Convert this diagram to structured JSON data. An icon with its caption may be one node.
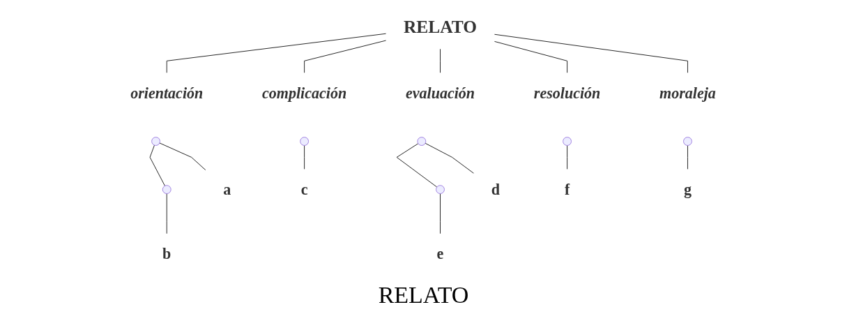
{
  "diagram": {
    "caption": "RELATO",
    "nodes": [
      {
        "text": [
          "RELATO"
        ]
      },
      {
        "text": [
          "orientación"
        ]
      },
      {
        "text": [
          "complicación"
        ]
      },
      {
        "text": [
          "evaluación"
        ]
      },
      {
        "text": [
          "resolución"
        ]
      },
      {
        "text": [
          "moraleja"
        ]
      },
      {
        "text": [],
        "shape": "circle"
      },
      {
        "text": [],
        "shape": "circle"
      },
      {
        "text": [],
        "shape": "circle"
      },
      {
        "text": [],
        "shape": "circle"
      },
      {
        "text": [],
        "shape": "circle"
      },
      {
        "text": [],
        "shape": "circle"
      },
      {
        "text": [],
        "shape": "circle"
      },
      {
        "text": [
          "a"
        ]
      },
      {
        "text": [
          "b"
        ]
      },
      {
        "text": [
          "c"
        ]
      },
      {
        "text": [
          "d"
        ]
      },
      {
        "text": [
          "e"
        ]
      },
      {
        "text": [
          "f"
        ]
      },
      {
        "text": [
          "g"
        ]
      }
    ],
    "edges": [
      {
        "from": 0,
        "to": 1,
        "arrow": "none"
      },
      {
        "from": 0,
        "to": 2,
        "arrow": "none"
      },
      {
        "from": 0,
        "to": 3,
        "arrow": "none"
      },
      {
        "from": 0,
        "to": 4,
        "arrow": "none"
      },
      {
        "from": 0,
        "to": 5,
        "arrow": "none"
      },
      {
        "from": 6,
        "to": 7,
        "arrow": "none"
      },
      {
        "from": 9,
        "to": 10,
        "arrow": "none"
      },
      {
        "from": 6,
        "to": 13,
        "arrow": "none"
      },
      {
        "from": 7,
        "to": 14,
        "arrow": "none"
      },
      {
        "from": 8,
        "to": 15,
        "arrow": "none"
      },
      {
        "from": 9,
        "to": 16,
        "arrow": "none"
      },
      {
        "from": 10,
        "to": 17,
        "arrow": "none"
      },
      {
        "from": 11,
        "to": 18,
        "arrow": "none"
      },
      {
        "from": 12,
        "to": 19,
        "arrow": "none"
      }
    ]
  }
}
